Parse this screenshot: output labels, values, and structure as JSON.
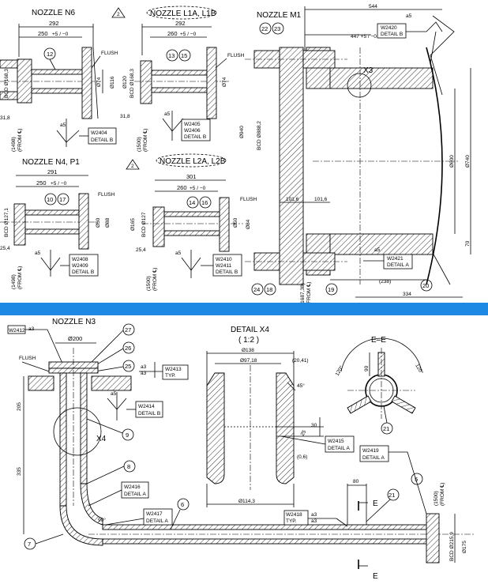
{
  "band_color": "#1e88e5",
  "nozzle_n6": {
    "title": "NOZZLE N6",
    "dim_292": "292",
    "dim_250": "250",
    "tol": "+5 / −0",
    "part": "12",
    "flush": "FLUSH",
    "bcd": "BCD Ø168,3",
    "d116": "Ø116",
    "d74": "Ø74",
    "dim_31": "31,8",
    "weld": "a5",
    "tag": [
      "W2404",
      "DETAIL B"
    ],
    "elev": "(1498)",
    "from": "(FROM ℄)"
  },
  "nozzle_l1": {
    "title": "NOZZLE L1A, L1B",
    "rev": "2",
    "dim_292": "292",
    "dim_260": "260",
    "tol": "+5 / −0",
    "parts": [
      "13",
      "15"
    ],
    "flush": "FLUSH",
    "bcd": "BCD Ø168,3",
    "d120": "Ø120",
    "d74": "Ø74",
    "dim_31": "31,8",
    "weld": "a5",
    "tag": [
      "W2405",
      "W2406",
      "DETAIL B"
    ],
    "elev": "(1500)",
    "from": "(FROM ℄)"
  },
  "nozzle_m1": {
    "title": "NOZZLE M1",
    "parts": [
      "22",
      "23"
    ],
    "dim_544": "544",
    "dim_447": "447 +5 / −0",
    "weld": "a5",
    "tag": [
      "W2420",
      "DETAIL B"
    ],
    "detail": "X3",
    "d940": "Ø940",
    "bcd": "BCD Ø888,2",
    "d600": "Ø600",
    "d740": "Ø740",
    "dim_101a": "101,6",
    "dim_101b": "101,6",
    "dim_70": "70",
    "weld2": "a5",
    "tag2": [
      "W2421",
      "DETAIL A"
    ],
    "dim_238": "(238)",
    "dim_334": "334",
    "part20": "20",
    "parts_bottom": [
      "24",
      "18"
    ],
    "part19": "19",
    "elev": "(1687,38)",
    "from": "(FROM ℄)"
  },
  "nozzle_n4": {
    "title": "NOZZLE N4, P1",
    "dim_291": "291",
    "dim_250": "250",
    "tol": "+5 / −0",
    "parts": [
      "10",
      "17"
    ],
    "flush": "FLUSH",
    "bcd": "BCD Ø127,1",
    "d50": "Ø50",
    "d88": "Ø88",
    "dim_25": "25,4",
    "weld": "a5",
    "tag": [
      "W2408",
      "W2409",
      "DETAIL B"
    ],
    "elev": "(1498)",
    "from": "(FROM ℄)"
  },
  "nozzle_l2": {
    "title": "NOZZLE L2A, L2B",
    "rev": "2",
    "dim_301": "301",
    "dim_260": "260",
    "tol": "+5 / −0",
    "parts": [
      "14",
      "16"
    ],
    "flush": "FLUSH",
    "bcd": "BCD Ø127",
    "d165": "Ø165",
    "d50": "Ø50",
    "d84": "Ø84",
    "dim_25": "25,4",
    "weld": "a5",
    "tag": [
      "W2410",
      "W2411",
      "DETAIL B"
    ],
    "elev": "(1500)",
    "from": "(FROM ℄)"
  },
  "nozzle_n3": {
    "title": "NOZZLE N3",
    "tag_top": "W2412",
    "weld_top": "a3",
    "d200": "Ø200",
    "parts": [
      "27",
      "26",
      "25"
    ],
    "flush": "FLUSH",
    "weld_a": "a3",
    "weld_b": "a3",
    "tag_typ": [
      "W2413",
      "TYP."
    ],
    "dim_205": "205",
    "weld_c": "a5",
    "tag_w2414": [
      "W2414",
      "DETAIL B"
    ],
    "detail": "X4",
    "part9": "9",
    "dim_335": "335",
    "part8": "8",
    "tag_w2416": [
      "W2416",
      "DETAIL A"
    ],
    "angle": "90°",
    "tag_w2417": [
      "W2417",
      "DETAIL A"
    ],
    "part6": "6",
    "part7": "7",
    "typ": [
      "W2418",
      "TYP."
    ],
    "weld_d": "a3",
    "weld_e": "a3",
    "tag_w2419": [
      "W2419",
      "DETAIL A"
    ],
    "part5": "5",
    "part21": "21",
    "dim_80": "80",
    "sect": "E",
    "elev": "(1500)",
    "from": "(FROM ℄)",
    "bcd": "BCD Ø215,9",
    "d175": "Ø175"
  },
  "detail_x4": {
    "title": "DETAIL X4",
    "scale": "( 1:2 )",
    "d138": "Ø138",
    "d97": "Ø97,18",
    "dim_20": "(20,41)",
    "angle": "45°",
    "r": "25",
    "dim_30": "30",
    "tag": [
      "W2415",
      "DETAIL A"
    ],
    "dim_06": "(0,6)",
    "d114": "Ø114,3"
  },
  "section_ee": {
    "title": "E–E",
    "ang_a": "120°",
    "ang_b": "120°",
    "dim_90": "90",
    "part": "21"
  }
}
